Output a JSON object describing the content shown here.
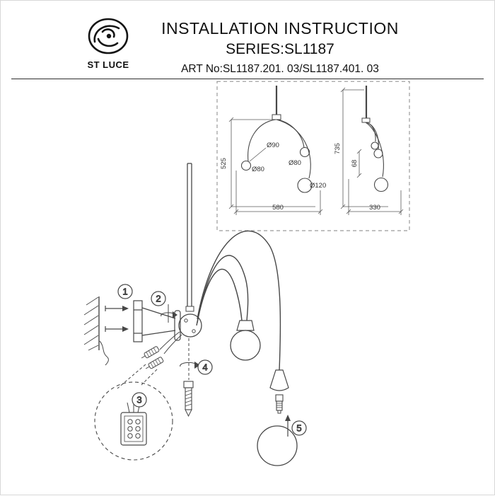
{
  "header": {
    "logo_text": "ST LUCE",
    "title": "INSTALLATION INSTRUCTION",
    "series": "SERIES:SL1187",
    "art_no": "ART No:SL1187.201. 03/SL1187.401. 03"
  },
  "spec_box": {
    "front_view": {
      "height": "525",
      "width": "580",
      "dia_top": "Ø90",
      "dia_left": "Ø80",
      "dia_right": "Ø80",
      "dia_bottom": "Ø120"
    },
    "side_view": {
      "height": "735",
      "depth": "68",
      "width": "330"
    }
  },
  "steps": [
    "1",
    "2",
    "3",
    "4",
    "5"
  ],
  "colors": {
    "ink": "#474747",
    "dash_border": "#9b9b9b"
  }
}
